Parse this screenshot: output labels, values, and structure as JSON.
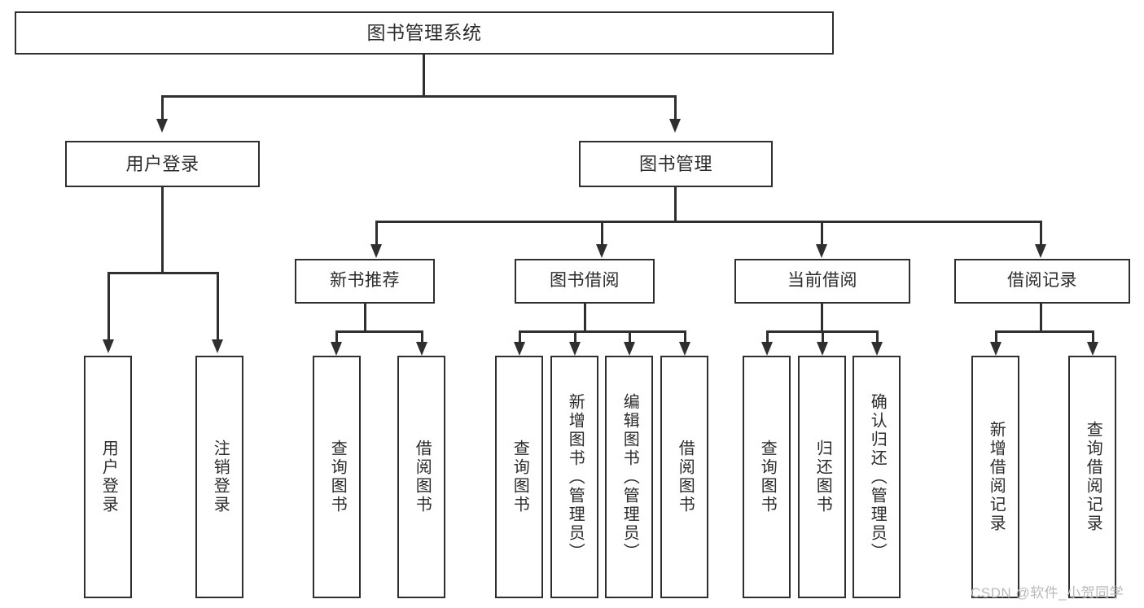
{
  "diagram": {
    "type": "tree",
    "title": "图书管理系统",
    "watermark": "CSDN @软件_小贺同学",
    "colors": {
      "background": "#ffffff",
      "stroke": "#2f2f2f",
      "text": "#2b2b2b",
      "watermark": "#b9b9b9"
    },
    "root": {
      "label": "图书管理系统"
    },
    "level2": [
      {
        "label": "用户登录"
      },
      {
        "label": "图书管理"
      }
    ],
    "level3": [
      {
        "label": "新书推荐"
      },
      {
        "label": "图书借阅"
      },
      {
        "label": "当前借阅"
      },
      {
        "label": "借阅记录"
      }
    ],
    "leaves": {
      "user_login": [
        {
          "label": "用户登录"
        },
        {
          "label": "注销登录"
        }
      ],
      "new_book": [
        {
          "label": "查询图书"
        },
        {
          "label": "借阅图书"
        }
      ],
      "borrow": [
        {
          "label": "查询图书"
        },
        {
          "label": "新增图书（管理员）"
        },
        {
          "label": "编辑图书（管理员）"
        },
        {
          "label": "借阅图书"
        }
      ],
      "current": [
        {
          "label": "查询图书"
        },
        {
          "label": "归还图书"
        },
        {
          "label": "确认归还（管理员）"
        }
      ],
      "records": [
        {
          "label": "新增借阅记录"
        },
        {
          "label": "查询借阅记录"
        }
      ]
    }
  }
}
